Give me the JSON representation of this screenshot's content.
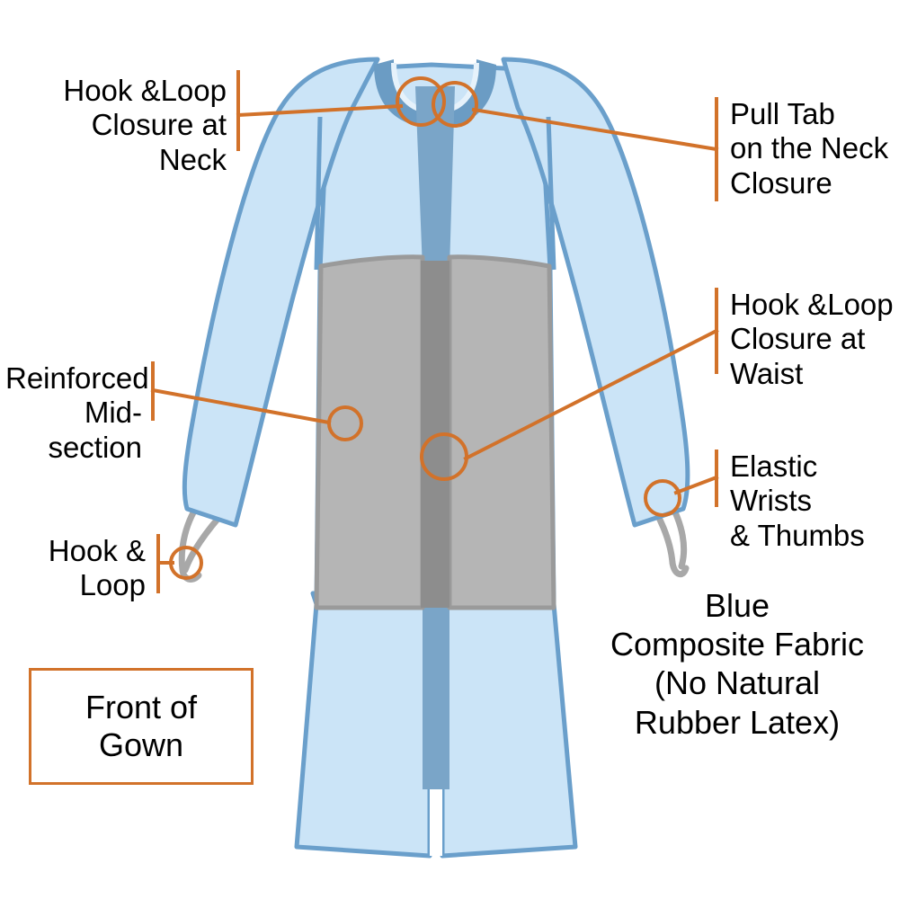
{
  "diagram": {
    "title_box": {
      "text": "Front of\nGown"
    },
    "fabric_note": {
      "text": "Blue\nComposite Fabric\n(No Natural\nRubber Latex)"
    },
    "colors": {
      "accent_orange": "#d2722a",
      "fabric_light_blue": "#cbe4f7",
      "fabric_blue_outline": "#6a9fcb",
      "placket_blue": "#7aa5c8",
      "collar_blue": "#6b9cc4",
      "reinforced_gray": "#b5b5b5",
      "reinforced_gray_outline": "#9a9a9a",
      "placket_gray": "#8d8d8d",
      "thumb_loop_gray": "#a8a8a8",
      "text_black": "#000000",
      "background": "#ffffff"
    },
    "callouts": [
      {
        "id": "hook-loop-neck",
        "text": "Hook &Loop\nClosure at\nNeck",
        "align": "right"
      },
      {
        "id": "pull-tab-neck",
        "text": "Pull Tab\non the Neck\nClosure",
        "align": "left"
      },
      {
        "id": "hook-loop-waist",
        "text": "Hook &Loop\nClosure at\nWaist",
        "align": "left"
      },
      {
        "id": "reinforced-mid",
        "text": "Reinforced\nMid-section",
        "align": "right"
      },
      {
        "id": "elastic-wrists",
        "text": "Elastic Wrists\n& Thumbs",
        "align": "left"
      },
      {
        "id": "hook-loop-cuff",
        "text": "Hook &\nLoop",
        "align": "right"
      }
    ]
  }
}
